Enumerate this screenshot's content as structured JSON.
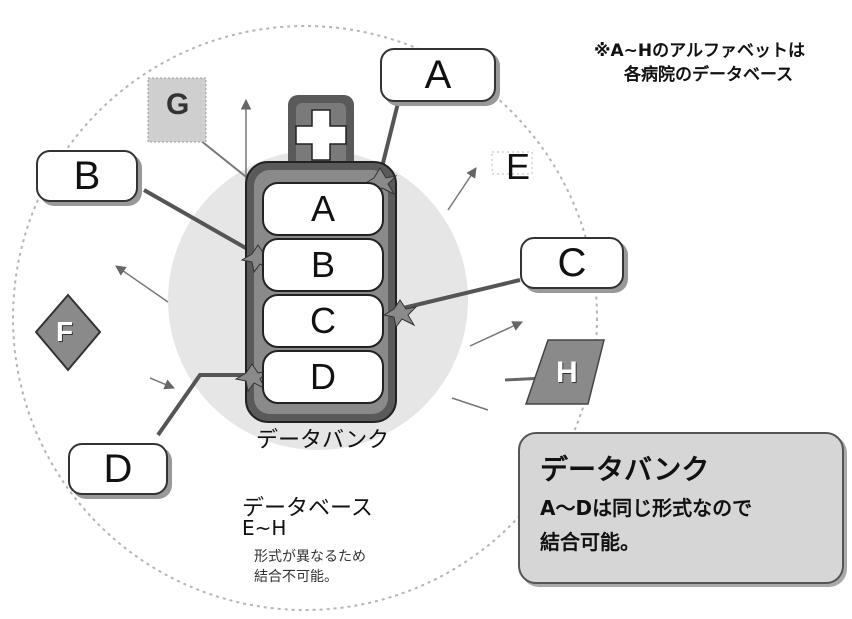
{
  "note": {
    "line1": "※A~Hのアルファベットは",
    "line2": "各病院のデータベース"
  },
  "bank": {
    "slots": [
      "A",
      "B",
      "C",
      "D"
    ],
    "caption": "データバンク"
  },
  "outer_labels": {
    "A": "A",
    "B": "B",
    "C": "C",
    "D": "D",
    "E": "E",
    "F": "F",
    "G": "G",
    "H": "H"
  },
  "db_note": {
    "title": "データベース",
    "range": "E~H",
    "line1": "形式が異なるため",
    "line2": "結合不可能。"
  },
  "bank_note": {
    "title": "データバンク",
    "line1": "A～Dは同じ形式なので",
    "line2": "結合可能。"
  },
  "colors": {
    "container": "#5a5a5a",
    "container_inner": "#8a8a8a",
    "halo": "#e2e2e2",
    "arrow": "#555555",
    "spark": "#8a8a8a"
  }
}
